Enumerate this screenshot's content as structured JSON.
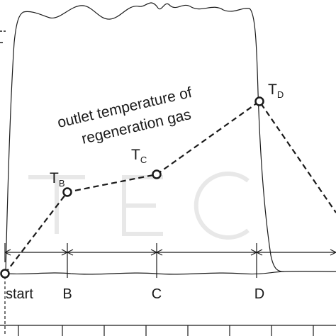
{
  "annotation": {
    "line1": "outlet temperature of",
    "line2": "regeneration gas"
  },
  "points": {
    "b": {
      "main": "T",
      "sub": "B"
    },
    "c": {
      "main": "T",
      "sub": "C"
    },
    "d": {
      "main": "T",
      "sub": "D"
    }
  },
  "stages": {
    "start": "start",
    "b": "B",
    "c": "C",
    "d": "D"
  },
  "colors": {
    "ink": "#1a1a1a",
    "watermark": "#e6e6e6"
  }
}
